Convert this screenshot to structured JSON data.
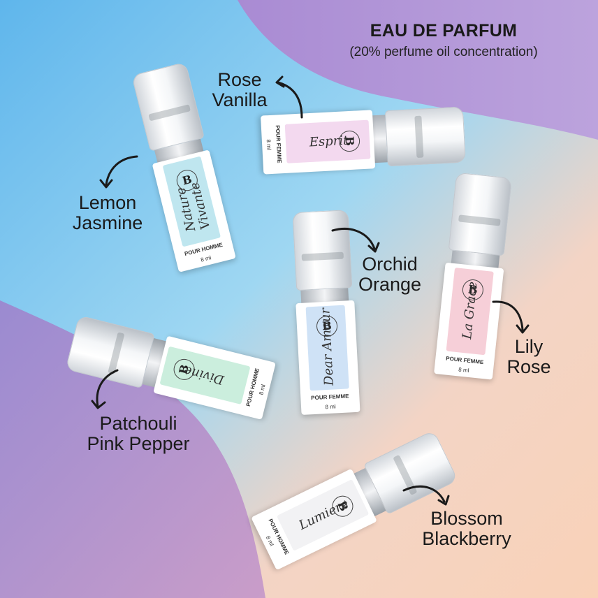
{
  "header": {
    "title": "EAU DE PARFUM",
    "subtitle": "(20% perfume oil concentration)"
  },
  "vials": [
    {
      "name": "Esprit",
      "tag": "POUR FEMME",
      "volume": "8 ml",
      "logo": "B",
      "glass_color": "#f3d9ef"
    },
    {
      "name": "Nature Vivante",
      "tag": "POUR HOMME",
      "volume": "8 ml",
      "logo": "B",
      "glass_color": "#bfe6ef"
    },
    {
      "name": "Dear Amour",
      "tag": "POUR FEMME",
      "volume": "8 ml",
      "logo": "B",
      "glass_color": "#cfe2f6"
    },
    {
      "name": "La Grace",
      "tag": "POUR FEMME",
      "volume": "8 ml",
      "logo": "B",
      "glass_color": "#f6cfd8"
    },
    {
      "name": "Divine",
      "tag": "POUR HOMME",
      "volume": "8 ml",
      "logo": "B",
      "glass_color": "#cbeedd"
    },
    {
      "name": "Lumiere",
      "tag": "POUR HOMME",
      "volume": "8 ml",
      "logo": "B",
      "glass_color": "#f2f2f4"
    }
  ],
  "labels": {
    "rose_vanilla": {
      "line1": "Rose",
      "line2": "Vanilla"
    },
    "lemon_jasmine": {
      "line1": "Lemon",
      "line2": "Jasmine"
    },
    "orchid_orange": {
      "line1": "Orchid",
      "line2": "Orange"
    },
    "lily_rose": {
      "line1": "Lily",
      "line2": "Rose"
    },
    "patchouli_pink_pepper": {
      "line1": "Patchouli",
      "line2": "Pink Pepper"
    },
    "blossom_blackberry": {
      "line1": "Blossom",
      "line2": "Blackberry"
    }
  },
  "colors": {
    "sky_blue": "#63b9ec",
    "lavender": "#a88ad0",
    "peach": "#f6c9b2",
    "ink": "#1a1a1a"
  }
}
